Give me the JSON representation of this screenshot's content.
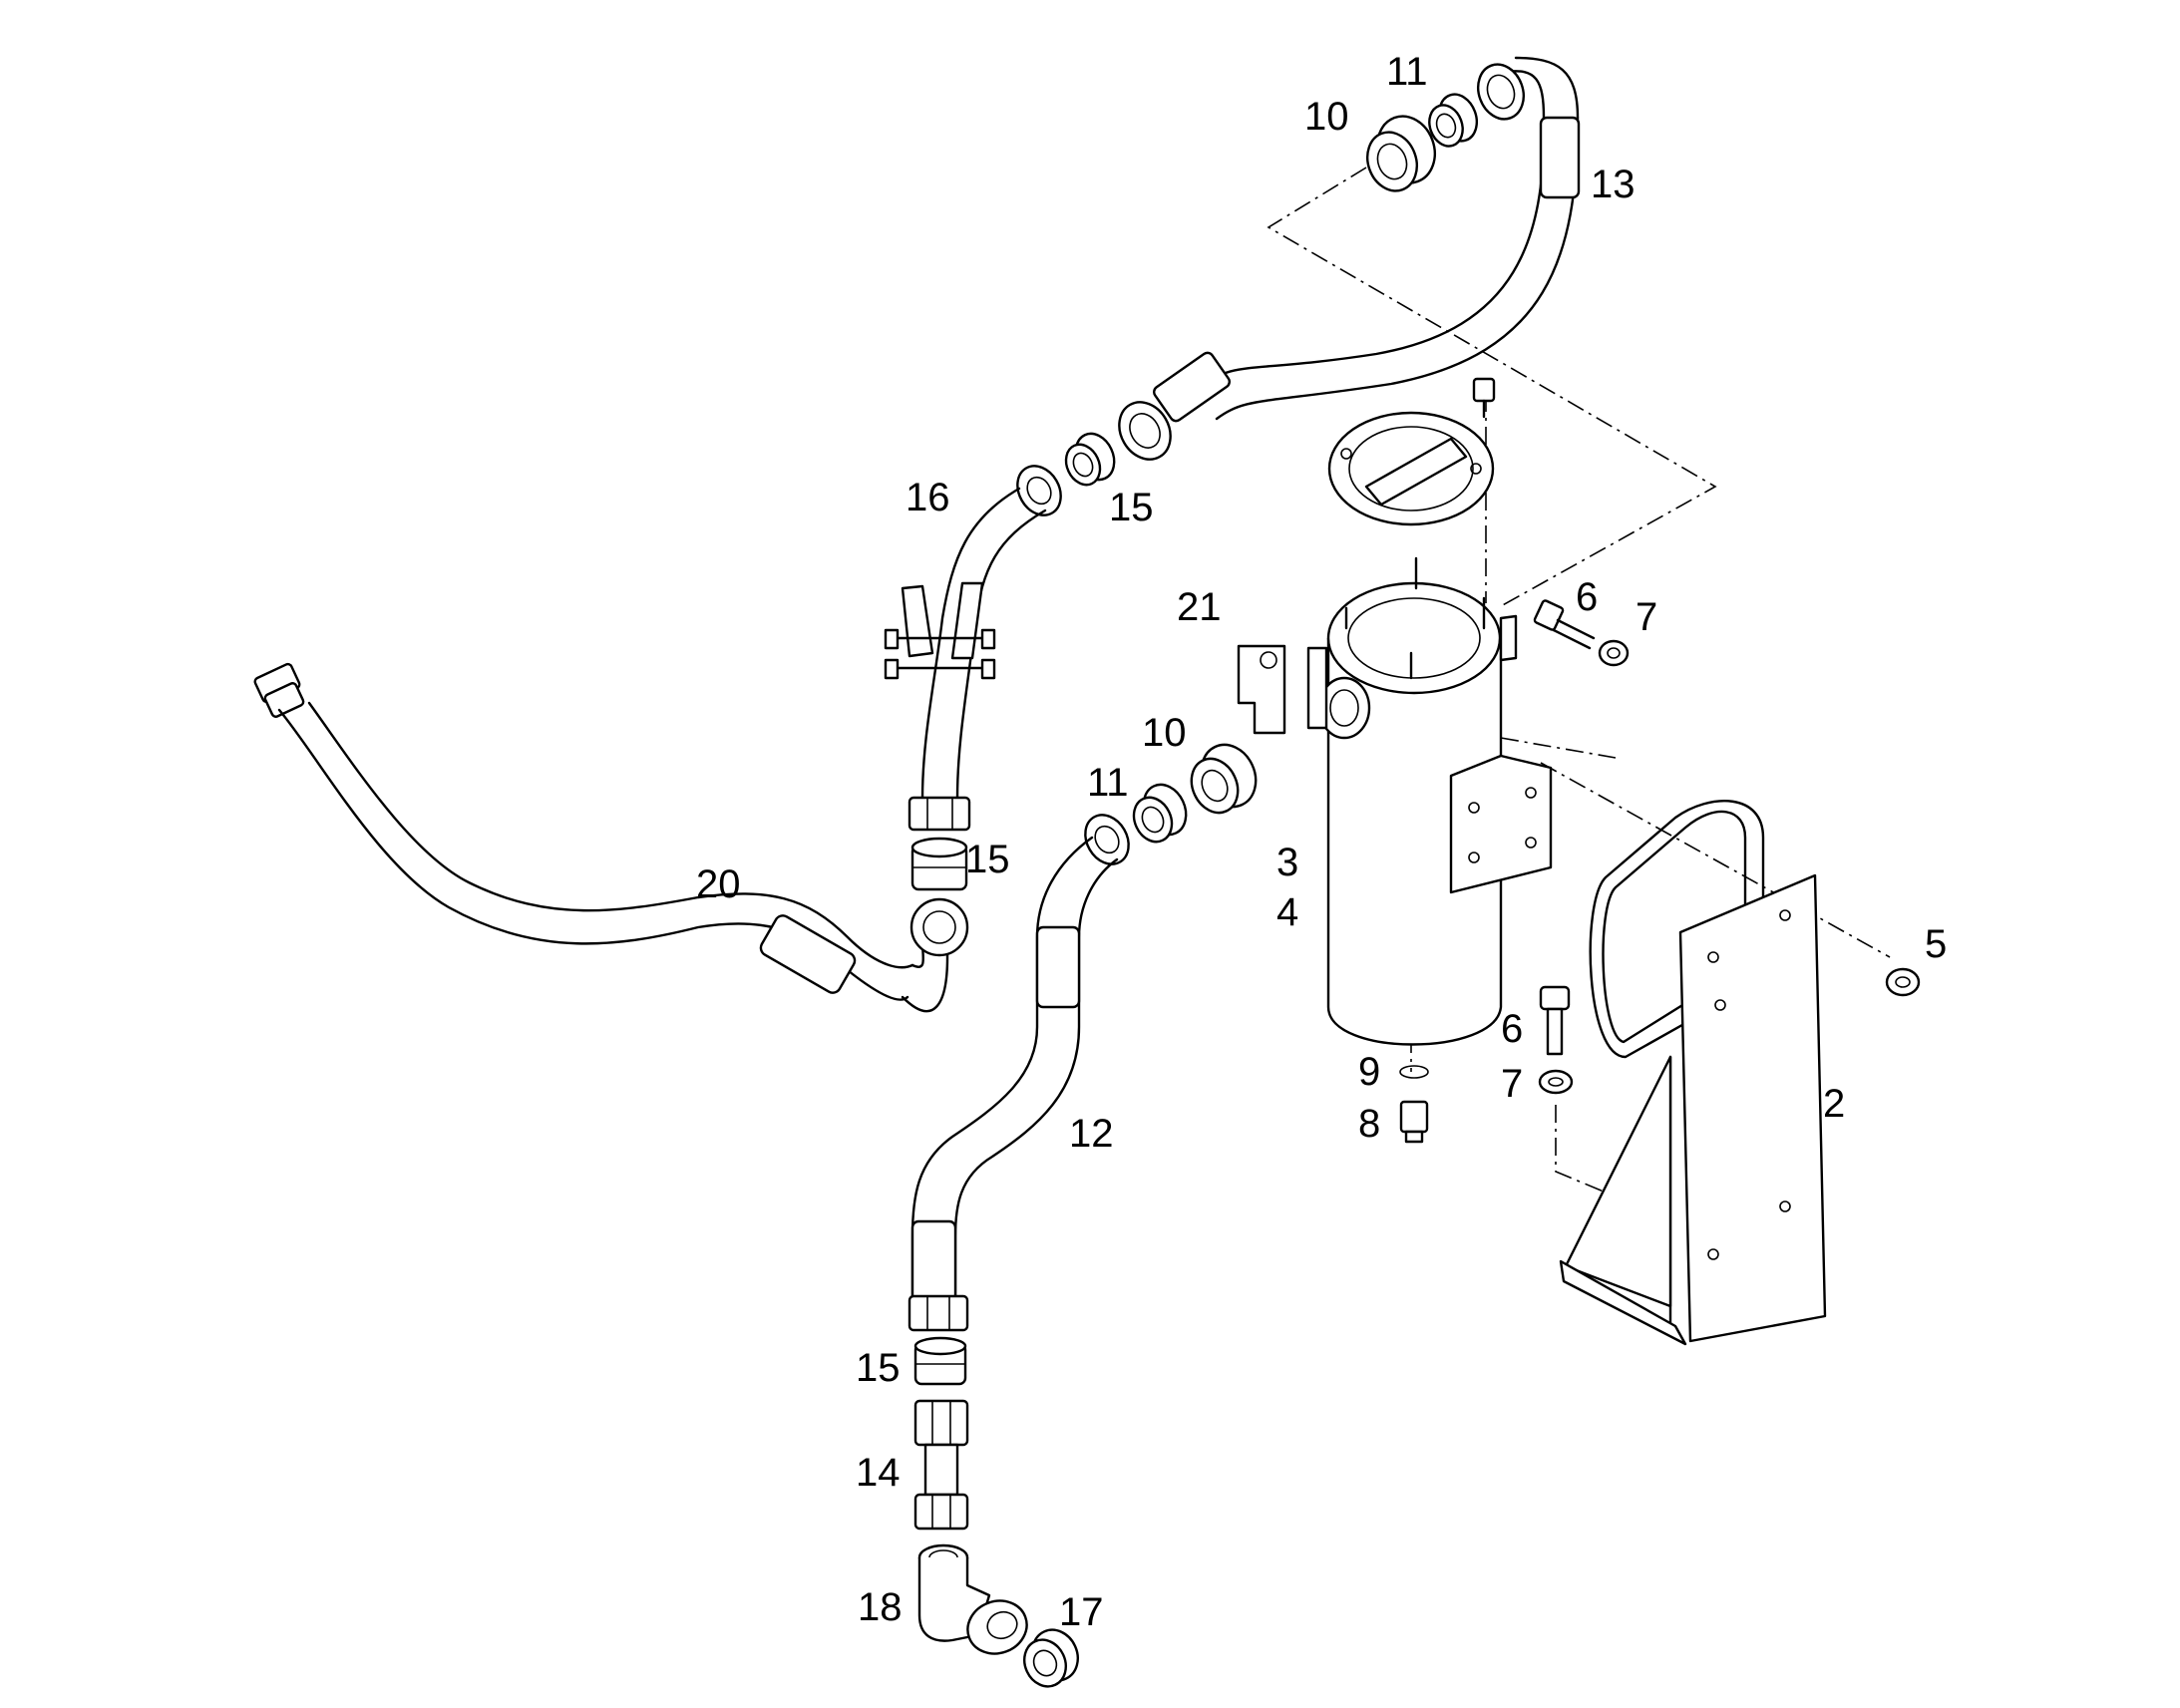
{
  "callouts": {
    "c2": "2",
    "c3": "3",
    "c4": "4",
    "c5": "5",
    "c6a": "6",
    "c6b": "6",
    "c7a": "7",
    "c7b": "7",
    "c8": "8",
    "c9": "9",
    "c10a": "10",
    "c10b": "10",
    "c11a": "11",
    "c11b": "11",
    "c12": "12",
    "c13": "13",
    "c14": "14",
    "c15a": "15",
    "c15b": "15",
    "c15c": "15",
    "c16": "16",
    "c17": "17",
    "c18": "18",
    "c20": "20",
    "c21": "21"
  }
}
